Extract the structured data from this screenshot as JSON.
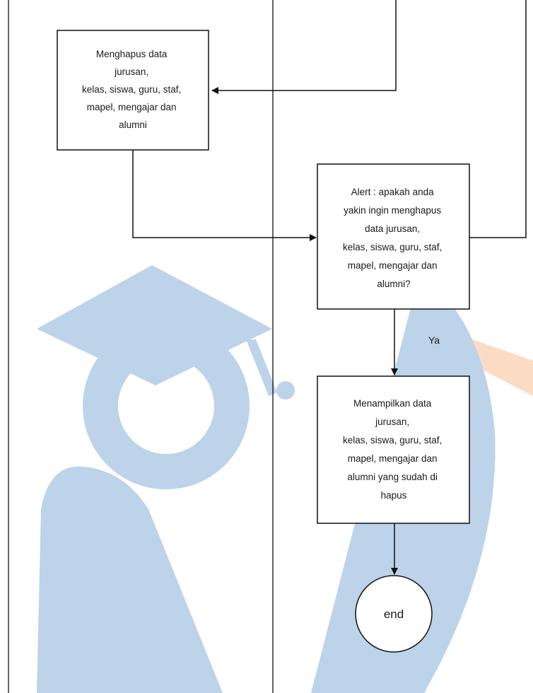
{
  "watermark": {
    "colors": {
      "blue": "#bcd3ea",
      "orange": "#fbdcc3"
    }
  },
  "nodes": {
    "delete_process": {
      "lines": [
        "Menghapus data",
        "jurusan,",
        "kelas, siswa, guru, staf,",
        "mapel, mengajar dan",
        "alumni"
      ]
    },
    "alert_process": {
      "lines": [
        "Alert : apakah anda",
        "yakin ingin menghapus",
        "data  jurusan,",
        "kelas, siswa, guru, staf,",
        "mapel, mengajar dan",
        "alumni?"
      ]
    },
    "show_process": {
      "lines": [
        "Menampilkan  data",
        "jurusan,",
        "kelas, siswa, guru, staf,",
        "mapel, mengajar dan",
        "alumni yang sudah di",
        "hapus"
      ]
    },
    "end": {
      "label": "end"
    }
  },
  "edges": {
    "yes_label": "Ya"
  }
}
